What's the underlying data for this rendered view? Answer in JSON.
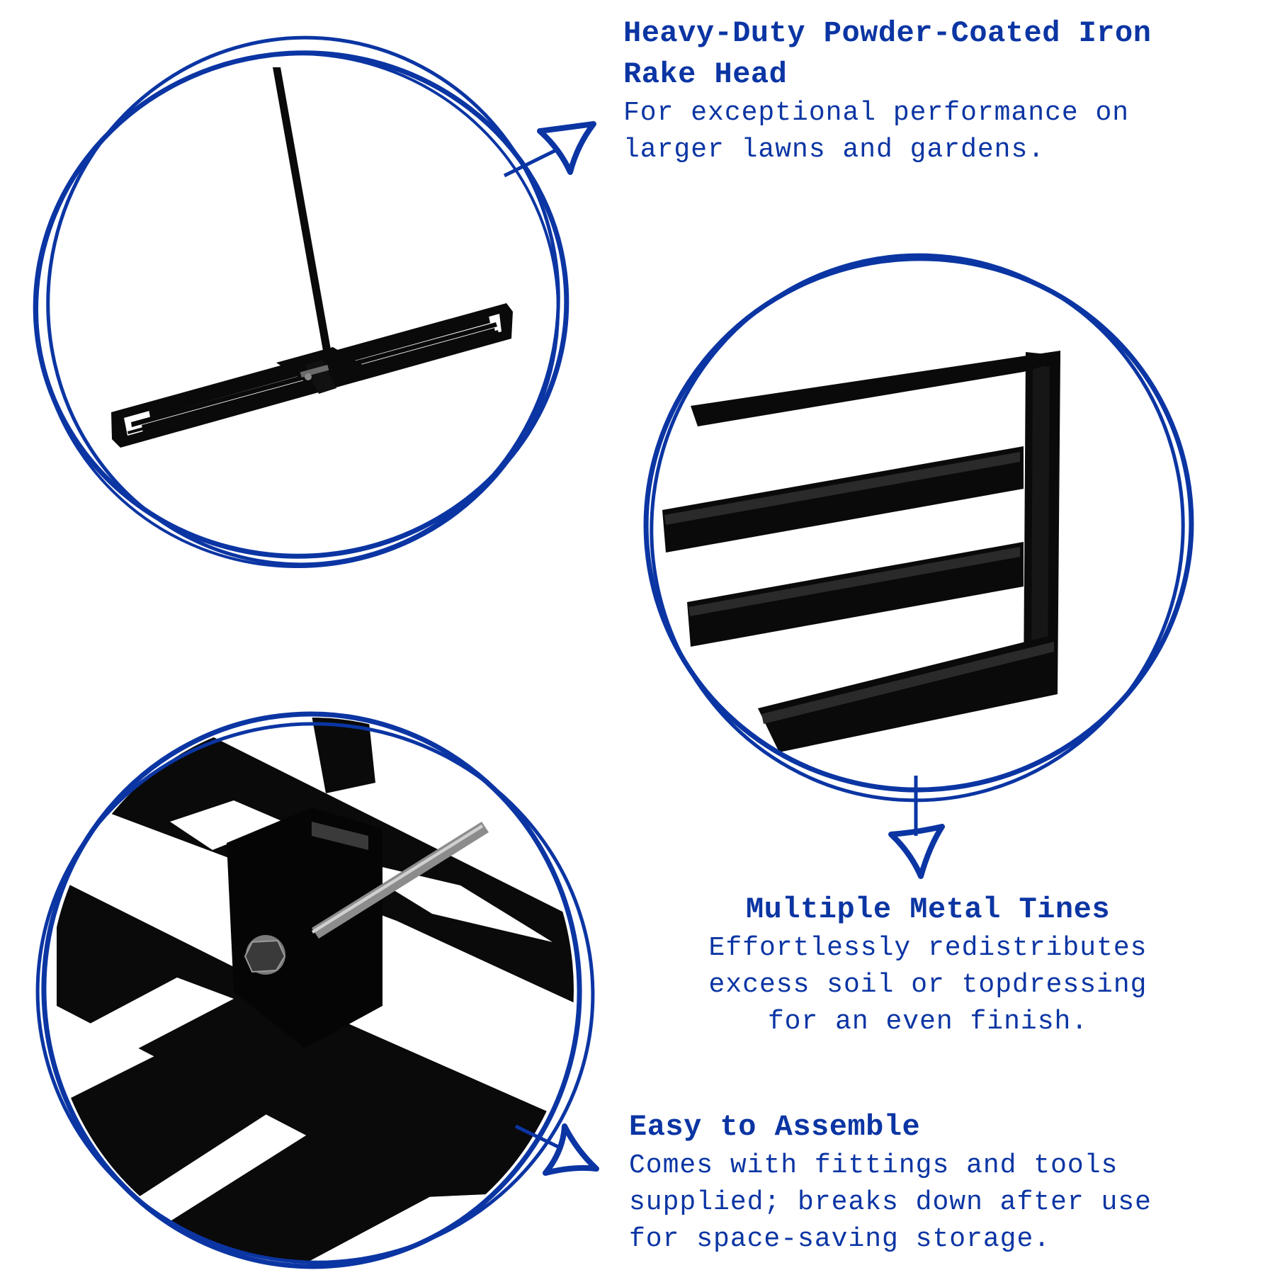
{
  "theme": {
    "accent_blue": "#0b35a3",
    "metal_black": "#0a0a0a",
    "background": "#ffffff"
  },
  "features": [
    {
      "heading_lines": [
        "Heavy-Duty Powder-Coated Iron",
        "Rake Head"
      ],
      "body_lines": [
        "For exceptional performance on",
        "larger lawns and gardens."
      ],
      "image": "full-lawn-leveling-rake-photo",
      "arrow": "arrow-pointing-right-icon"
    },
    {
      "heading_lines": [
        "Multiple Metal Tines"
      ],
      "body_lines": [
        "Effortlessly redistributes",
        "excess soil or topdressing",
        "for an even finish."
      ],
      "image": "rake-head-tines-closeup-photo",
      "arrow": "arrow-pointing-down-icon"
    },
    {
      "heading_lines": [
        "Easy to Assemble"
      ],
      "body_lines": [
        "Comes with fittings and tools",
        "supplied; breaks down after use",
        "for space-saving storage."
      ],
      "image": "bolt-bracket-assembly-closeup-photo",
      "arrow": "arrow-pointing-right-icon"
    }
  ]
}
